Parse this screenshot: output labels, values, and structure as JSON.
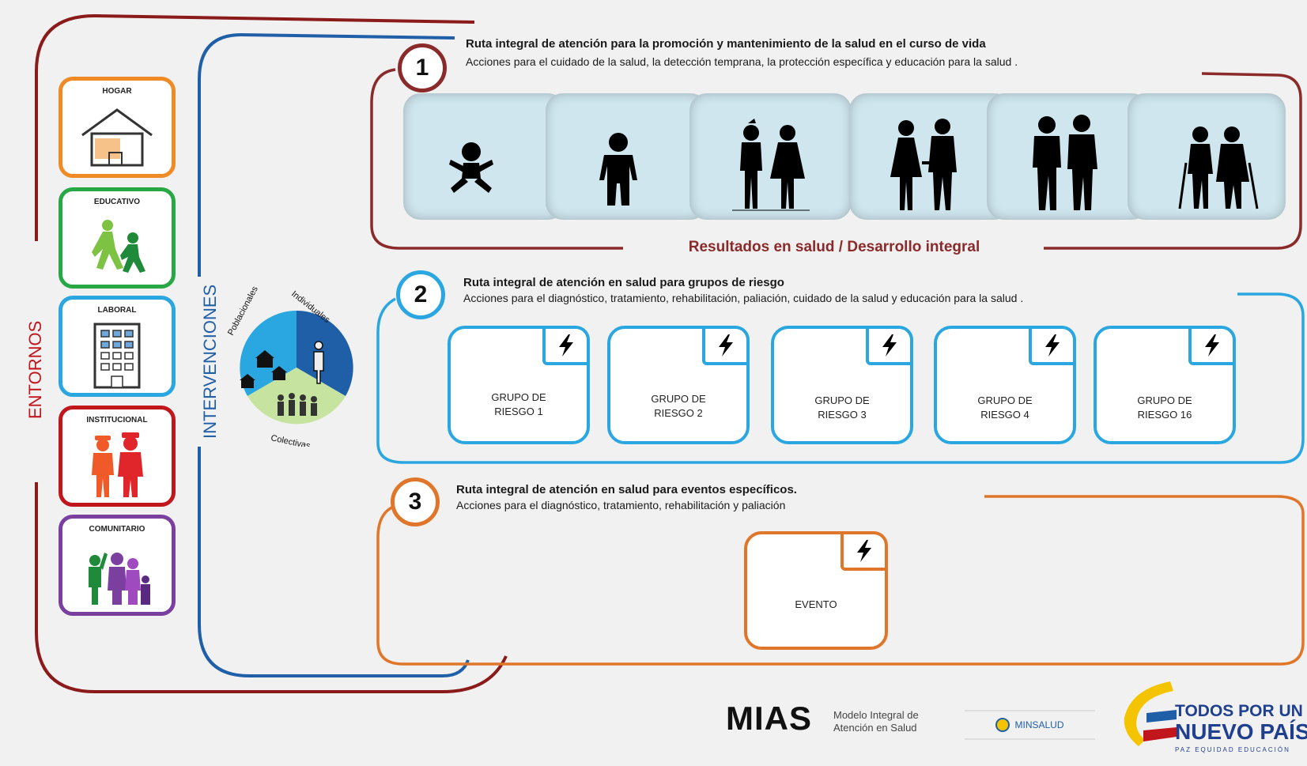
{
  "colors": {
    "entornos": "#8b1a1a",
    "intervenciones": "#1f5fa8",
    "route1": "#8b2a2a",
    "route2": "#2aa6e0",
    "route3": "#e0762a",
    "hogar": "#f08a24",
    "educativo": "#27a844",
    "laboral": "#2aa6e0",
    "institucional": "#c0161c",
    "comunitario": "#7b3fa0"
  },
  "entornos": {
    "label": "ENTORNOS",
    "items": [
      {
        "label": "HOGAR",
        "icon": "house-icon"
      },
      {
        "label": "EDUCATIVO",
        "icon": "children-walking-icon"
      },
      {
        "label": "LABORAL",
        "icon": "office-building-icon"
      },
      {
        "label": "INSTITUCIONAL",
        "icon": "uniformed-people-icon"
      },
      {
        "label": "COMUNITARIO",
        "icon": "community-people-icon"
      }
    ]
  },
  "intervenciones": {
    "label": "INTERVENCIONES",
    "pie": {
      "poblacionales": "Poblacionales",
      "individuales": "Individuales",
      "colectivas": "Colectivas"
    }
  },
  "route1": {
    "number": "1",
    "title": "Ruta integral de atención para la promoción y mantenimiento de la salud en el curso de vida",
    "subtitle": "Acciones para el cuidado de la salud, la detección temprana, la protección específica y educación para la salud .",
    "stages": [
      "baby-icon",
      "child-icon",
      "teens-icon",
      "young-adults-icon",
      "adults-icon",
      "elderly-icon"
    ],
    "result": "Resultados en salud / Desarrollo integral"
  },
  "route2": {
    "number": "2",
    "title": "Ruta integral de atención en salud para grupos de riesgo",
    "subtitle": "Acciones para el diagnóstico, tratamiento, rehabilitación, paliación, cuidado de la salud y educación para la salud .",
    "groups": [
      {
        "line1": "GRUPO DE",
        "line2": "RIESGO 1"
      },
      {
        "line1": "GRUPO DE",
        "line2": "RIESGO 2"
      },
      {
        "line1": "GRUPO DE",
        "line2": "RIESGO 3"
      },
      {
        "line1": "GRUPO DE",
        "line2": "RIESGO 4"
      },
      {
        "line1": "GRUPO DE",
        "line2": "RIESGO 16"
      }
    ]
  },
  "route3": {
    "number": "3",
    "title": "Ruta integral de atención en salud para eventos específicos.",
    "subtitle": "Acciones para el diagnóstico, tratamiento, rehabilitación y paliación",
    "event": "EVENTO"
  },
  "footer": {
    "mias": "MIAS",
    "mias_line1": "Modelo Integral de",
    "mias_line2": "Atención en Salud",
    "minsalud": "MINSALUD",
    "todos_line1": "TODOS POR UN",
    "todos_line2": "NUEVO PAÍS",
    "todos_line3": "PAZ  EQUIDAD  EDUCACIÓN"
  }
}
